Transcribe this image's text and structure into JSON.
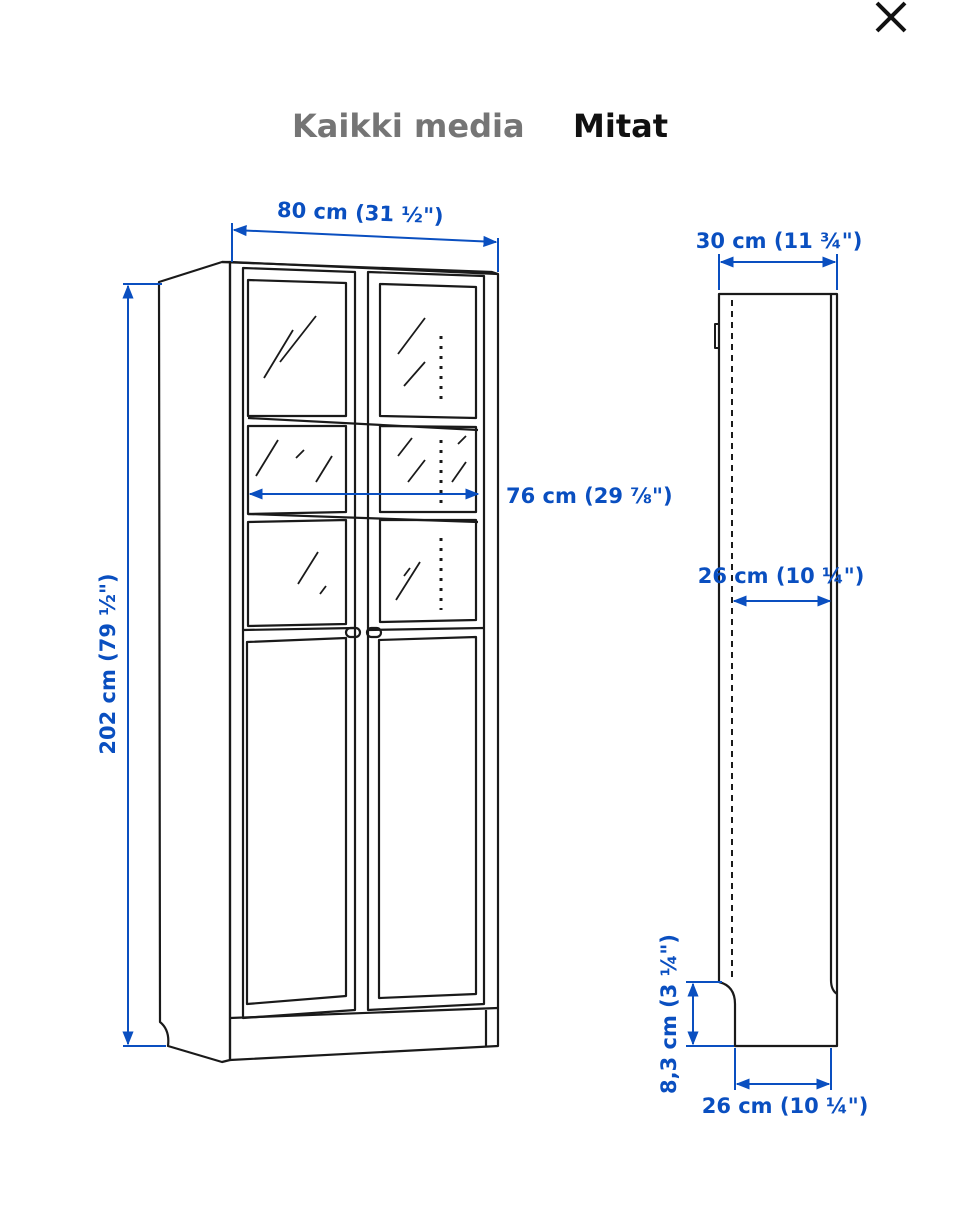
{
  "header": {
    "close_icon": "close-icon"
  },
  "tabs": [
    {
      "label": "Kaikki media",
      "active": false
    },
    {
      "label": "Mitat",
      "active": true
    }
  ],
  "dimensions": {
    "width": "80 cm (31 ½\")",
    "inner_width": "76 cm (29 ⅞\")",
    "height": "202 cm (79 ½\")",
    "depth": "30 cm (11 ¾\")",
    "inner_depth": "26 cm (10 ¼\")",
    "plinth_height": "8,3 cm (3 ¼\")",
    "base_depth": "26 cm (10 ¼\")"
  },
  "colors": {
    "dimension_blue": "#0a4fc0",
    "line_black": "#1a1a1a",
    "tab_inactive": "#757575",
    "tab_active": "#111111"
  }
}
